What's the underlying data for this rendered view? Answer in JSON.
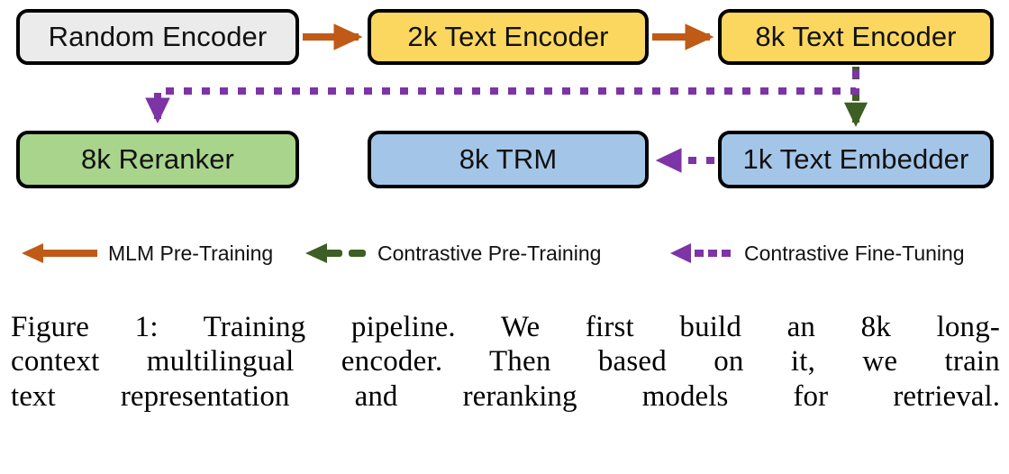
{
  "figure": {
    "domain": "diagram",
    "background": "#ffffff"
  },
  "diagram": {
    "nodes": [
      {
        "id": "random-encoder",
        "label": "Random Encoder",
        "fill": "#ebebeb",
        "border": "#000000",
        "row": 1,
        "col": 1
      },
      {
        "id": "2k-text-encoder",
        "label": "2k Text Encoder",
        "fill": "#fcd760",
        "border": "#000000",
        "row": 1,
        "col": 2
      },
      {
        "id": "8k-text-encoder",
        "label": "8k Text Encoder",
        "fill": "#fcd760",
        "border": "#000000",
        "row": 1,
        "col": 3
      },
      {
        "id": "8k-reranker",
        "label": "8k Reranker",
        "fill": "#a8d48c",
        "border": "#000000",
        "row": 2,
        "col": 1
      },
      {
        "id": "8k-trm",
        "label": "8k TRM",
        "fill": "#a3c6e8",
        "border": "#000000",
        "row": 2,
        "col": 2
      },
      {
        "id": "1k-text-embedder",
        "label": "1k Text Embedder",
        "fill": "#a3c6e8",
        "border": "#000000",
        "row": 2,
        "col": 3
      }
    ],
    "edges": [
      {
        "id": "random-to-2k",
        "from": "random-encoder",
        "to": "2k-text-encoder",
        "style": "solid",
        "color": "#c05a17",
        "kind": "MLM Pre-Training"
      },
      {
        "id": "2k-to-8k",
        "from": "2k-text-encoder",
        "to": "8k-text-encoder",
        "style": "solid",
        "color": "#c05a17",
        "kind": "MLM Pre-Training"
      },
      {
        "id": "8k-enc-to-embedder",
        "from": "8k-text-encoder",
        "to": "1k-text-embedder",
        "style": "dashed",
        "color": "#3d5e24",
        "kind": "Contrastive Pre-Training"
      },
      {
        "id": "8k-enc-to-reranker",
        "from": "8k-text-encoder",
        "to": "8k-reranker",
        "style": "dotted",
        "color": "#7d34a6",
        "kind": "Contrastive Fine-Tuning"
      },
      {
        "id": "embedder-to-trm",
        "from": "1k-text-embedder",
        "to": "8k-trm",
        "style": "dotted",
        "color": "#7d34a6",
        "kind": "Contrastive Fine-Tuning"
      }
    ]
  },
  "legend": {
    "items": [
      {
        "id": "mlm",
        "label": "MLM Pre-Training",
        "color": "#c05a17",
        "style": "solid"
      },
      {
        "id": "contrastive-pre",
        "label": "Contrastive Pre-Training",
        "color": "#3d5e24",
        "style": "dashed"
      },
      {
        "id": "contrastive-fine",
        "label": "Contrastive Fine-Tuning",
        "color": "#7d34a6",
        "style": "dotted"
      }
    ]
  },
  "caption": {
    "line1": "Figure 1: Training pipeline. We first build an 8k long-",
    "line2": "context multilingual encoder. Then based on it, we train",
    "line3": "text representation and reranking models for retrieval."
  }
}
